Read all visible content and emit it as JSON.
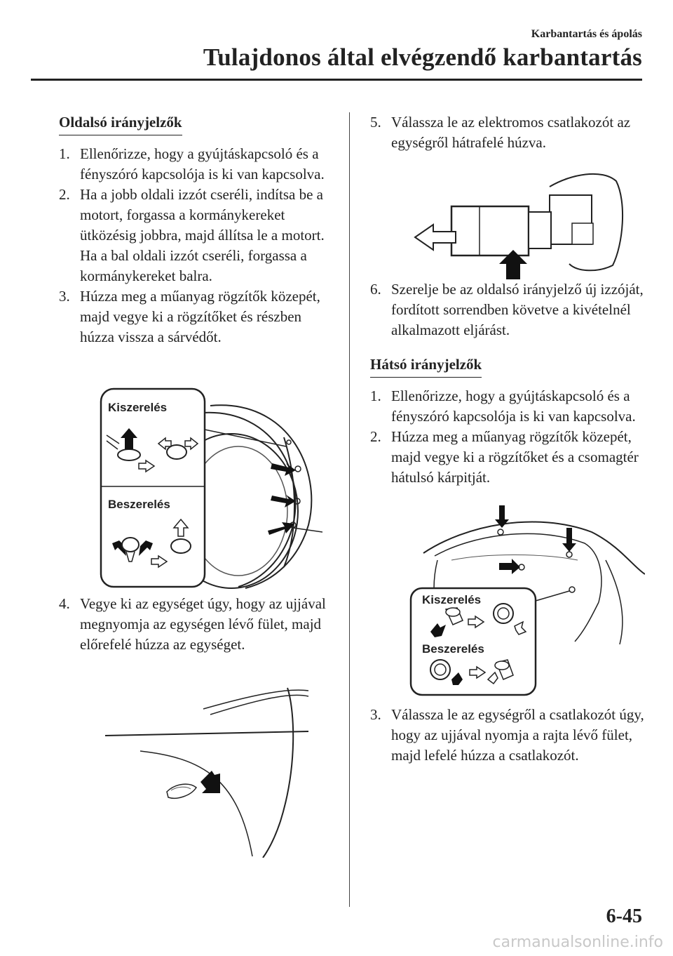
{
  "header": {
    "section": "Karbantartás és ápolás",
    "title": "Tulajdonos által elvégzendő karbantartás"
  },
  "left": {
    "heading": "Oldalsó irányjelzők",
    "steps": [
      {
        "num": "1.",
        "text": "Ellenőrizze, hogy a gyújtáskapcsoló és a fényszóró kapcsolója is ki van kapcsolva."
      },
      {
        "num": "2.",
        "text": "Ha a jobb oldali izzót cseréli, indítsa be a motort, forgassa a kormánykereket ütközésig jobbra, majd állítsa le a motort. Ha a bal oldali izzót cseréli, forgassa a kormánykereket balra."
      },
      {
        "num": "3.",
        "text": "Húzza meg a műanyag rögzítők közepét, majd vegye ki a rögzítőket és részben húzza vissza a sárvédőt."
      },
      {
        "num": "4.",
        "text": "Vegye ki az egységet úgy, hogy az ujjával megnyomja az egységen lévő fület, majd előrefelé húzza az egységet."
      }
    ]
  },
  "right": {
    "steps_top": [
      {
        "num": "5.",
        "text": "Válassza le az elektromos csatlakozót az egységről hátrafelé húzva."
      },
      {
        "num": "6.",
        "text": "Szerelje be az oldalsó irányjelző új izzóját, fordított sorrendben követve a kivételnél alkalmazott eljárást."
      }
    ],
    "heading": "Hátsó irányjelzők",
    "steps_bottom": [
      {
        "num": "1.",
        "text": "Ellenőrizze, hogy a gyújtáskapcsoló és a fényszóró kapcsolója is ki van kapcsolva."
      },
      {
        "num": "2.",
        "text": "Húzza meg a műanyag rögzítők közepét, majd vegye ki a rögzítőket és a csomagtér hátulsó kárpitját."
      },
      {
        "num": "3.",
        "text": "Válassza le az egységről a csatlakozót úgy, hogy az ujjával nyomja a rajta lévő fület, majd lefelé húzza a csatlakozót."
      }
    ]
  },
  "figures": {
    "fender_removal_label": "Kiszerelés",
    "fender_install_label": "Beszerelés",
    "trunk_removal_label": "Kiszerelés",
    "trunk_install_label": "Beszerelés"
  },
  "page_number": "6-45",
  "watermark": "carmanualsonline.info"
}
